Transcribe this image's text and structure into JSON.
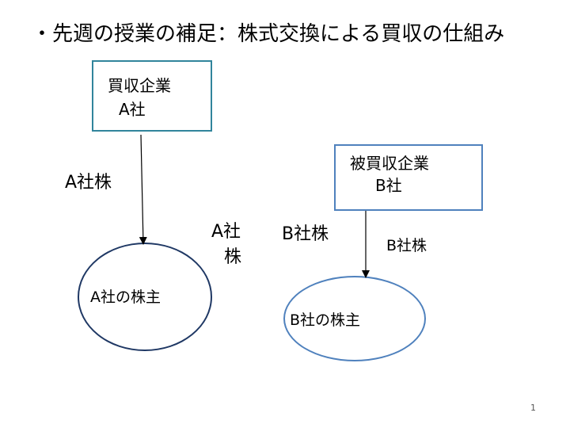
{
  "title": "・先週の授業の補足：株式交換による買収の仕組み",
  "nodes": {
    "acquirer": {
      "line1": "買収企業",
      "line2": "A社"
    },
    "target": {
      "line1": "被買収企業",
      "line2": "B社"
    },
    "holders_a": {
      "label": "A社の株主"
    },
    "holders_b": {
      "label": "B社の株主"
    }
  },
  "labels": {
    "a_stock_left": "A社株",
    "mid_a_line1": "A社",
    "mid_a_line2": "株",
    "mid_b": "B社株",
    "b_stock_right": "B社株"
  },
  "page_number": "1",
  "colors": {
    "acquirer_border": "#31859c",
    "target_border": "#4f81bd",
    "holders_a_border": "#1f3864",
    "holders_b_border": "#4f81bd",
    "arrow": "#000000"
  }
}
